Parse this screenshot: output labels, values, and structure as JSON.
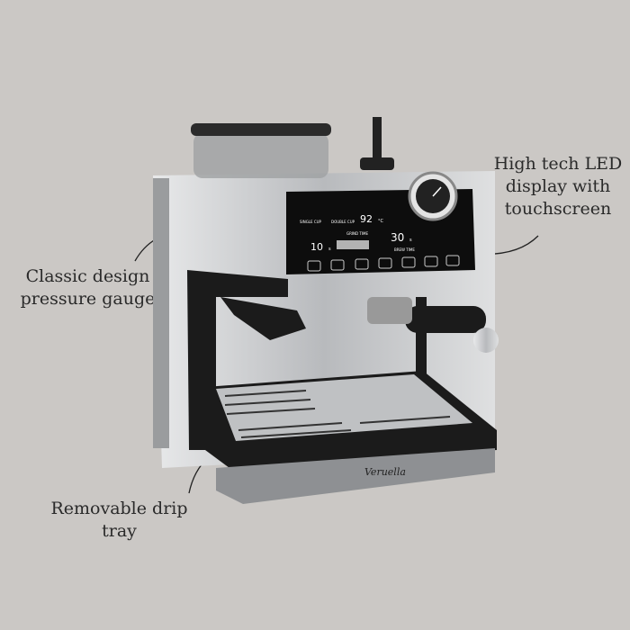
{
  "annotations": {
    "led": "High tech LED display with touchscreen",
    "gauge": "Classic design pressure gauge",
    "drip": "Removable drip tray"
  },
  "product": {
    "brand": "Veruella",
    "display": {
      "single_cup": "SINGLE CUP",
      "double_cup": "DOUBLE CUP",
      "temperature": "92",
      "temp_unit": "°C",
      "grind_label": "GRIND TIME",
      "grind_value": "10",
      "grind_unit": "s",
      "brew_value": "30",
      "brew_unit": "s",
      "brew_label": "BREW TIME"
    }
  },
  "colors": {
    "background": "#cbc8c5",
    "steel": "#c9cbcd",
    "black": "#1a1a1a"
  }
}
